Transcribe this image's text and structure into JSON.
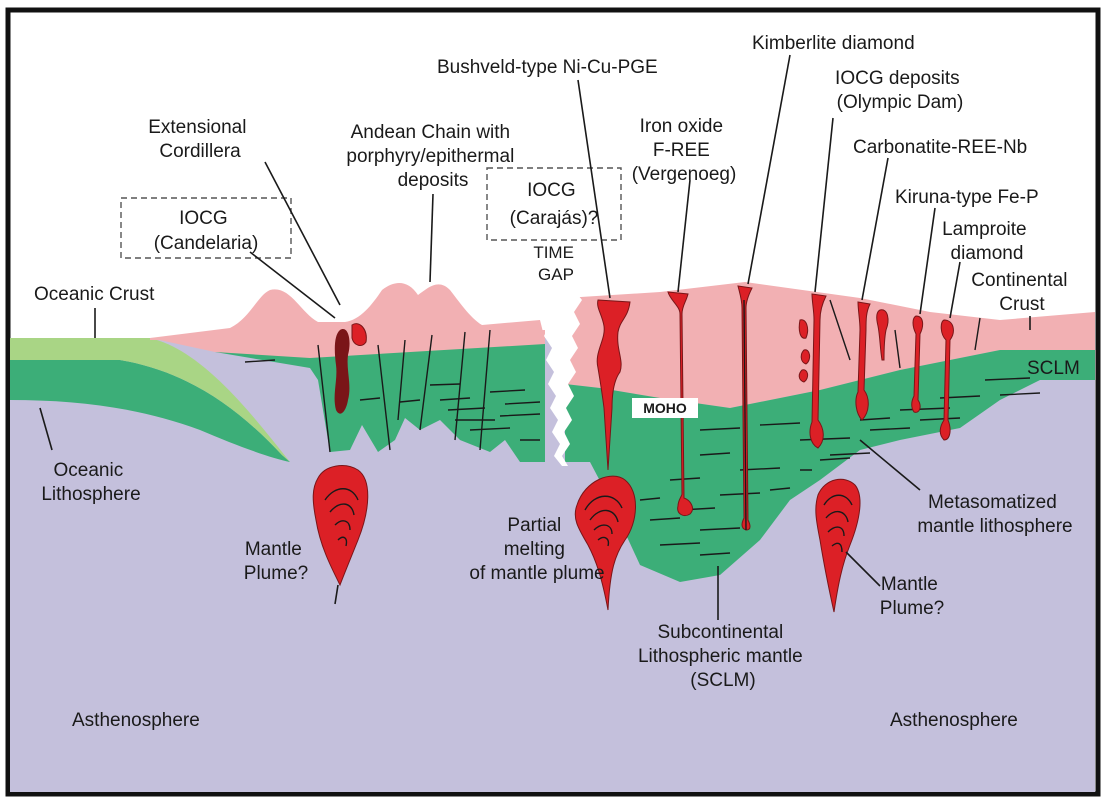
{
  "labels": {
    "extensional_cordillera": [
      "Extensional",
      "Cordillera"
    ],
    "andean_chain": [
      "Andean Chain with",
      "porphyry/epithermal",
      "deposits"
    ],
    "iocg_candelaria": [
      "IOCG",
      "(Candelaria)"
    ],
    "iocg_carajas": [
      "IOCG",
      "(Carajás)?"
    ],
    "time_gap": [
      "TIME",
      "GAP"
    ],
    "oceanic_crust": "Oceanic Crust",
    "oceanic_lithosphere": [
      "Oceanic",
      "Lithosphere"
    ],
    "mantle_plume_left": [
      "Mantle",
      "Plume?"
    ],
    "bushveld": "Bushveld-type Ni-Cu-PGE",
    "kimberlite": "Kimberlite diamond",
    "iron_oxide": [
      "Iron oxide",
      "F-REE",
      "(Vergenoeg)"
    ],
    "iocg_olympic": [
      "IOCG deposits",
      "(Olympic Dam)"
    ],
    "carbonatite": "Carbonatite-REE-Nb",
    "kiruna": "Kiruna-type Fe-P",
    "lamproite": [
      "Lamproite",
      "diamond"
    ],
    "continental_crust": [
      "Continental",
      "Crust"
    ],
    "sclm_short": "SCLM",
    "moho": "MOHO",
    "metasomatized": [
      "Metasomatized",
      "mantle lithosphere"
    ],
    "partial_melting": [
      "Partial",
      "melting",
      "of mantle plume"
    ],
    "mantle_plume_right": [
      "Mantle",
      "Plume?"
    ],
    "subcontinental": [
      "Subcontinental",
      "Lithospheric mantle",
      "(SCLM)"
    ],
    "asthenosphere_left": "Asthenosphere",
    "asthenosphere_right": "Asthenosphere"
  },
  "colors": {
    "asthenosphere": "#c4c0dc",
    "crust": "#f2b0b3",
    "sclm": "#3cae78",
    "oceanic_crust": "#a9d585",
    "oceanic_lithosphere": "#3cae78",
    "magma": "#dc2026",
    "magma_dark": "#7a1518"
  }
}
